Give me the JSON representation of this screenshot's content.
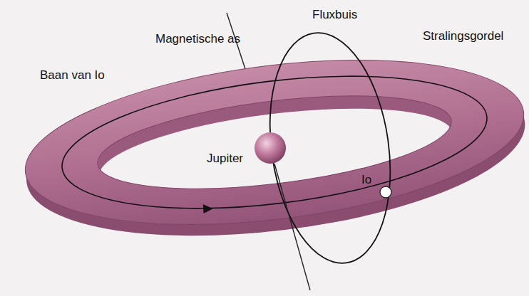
{
  "diagram": {
    "labels": [
      "Magnetische as",
      "Fluxbuis",
      "Stralingsgordel",
      "Baan van Io",
      "Jupiter",
      "Io"
    ]
  }
}
